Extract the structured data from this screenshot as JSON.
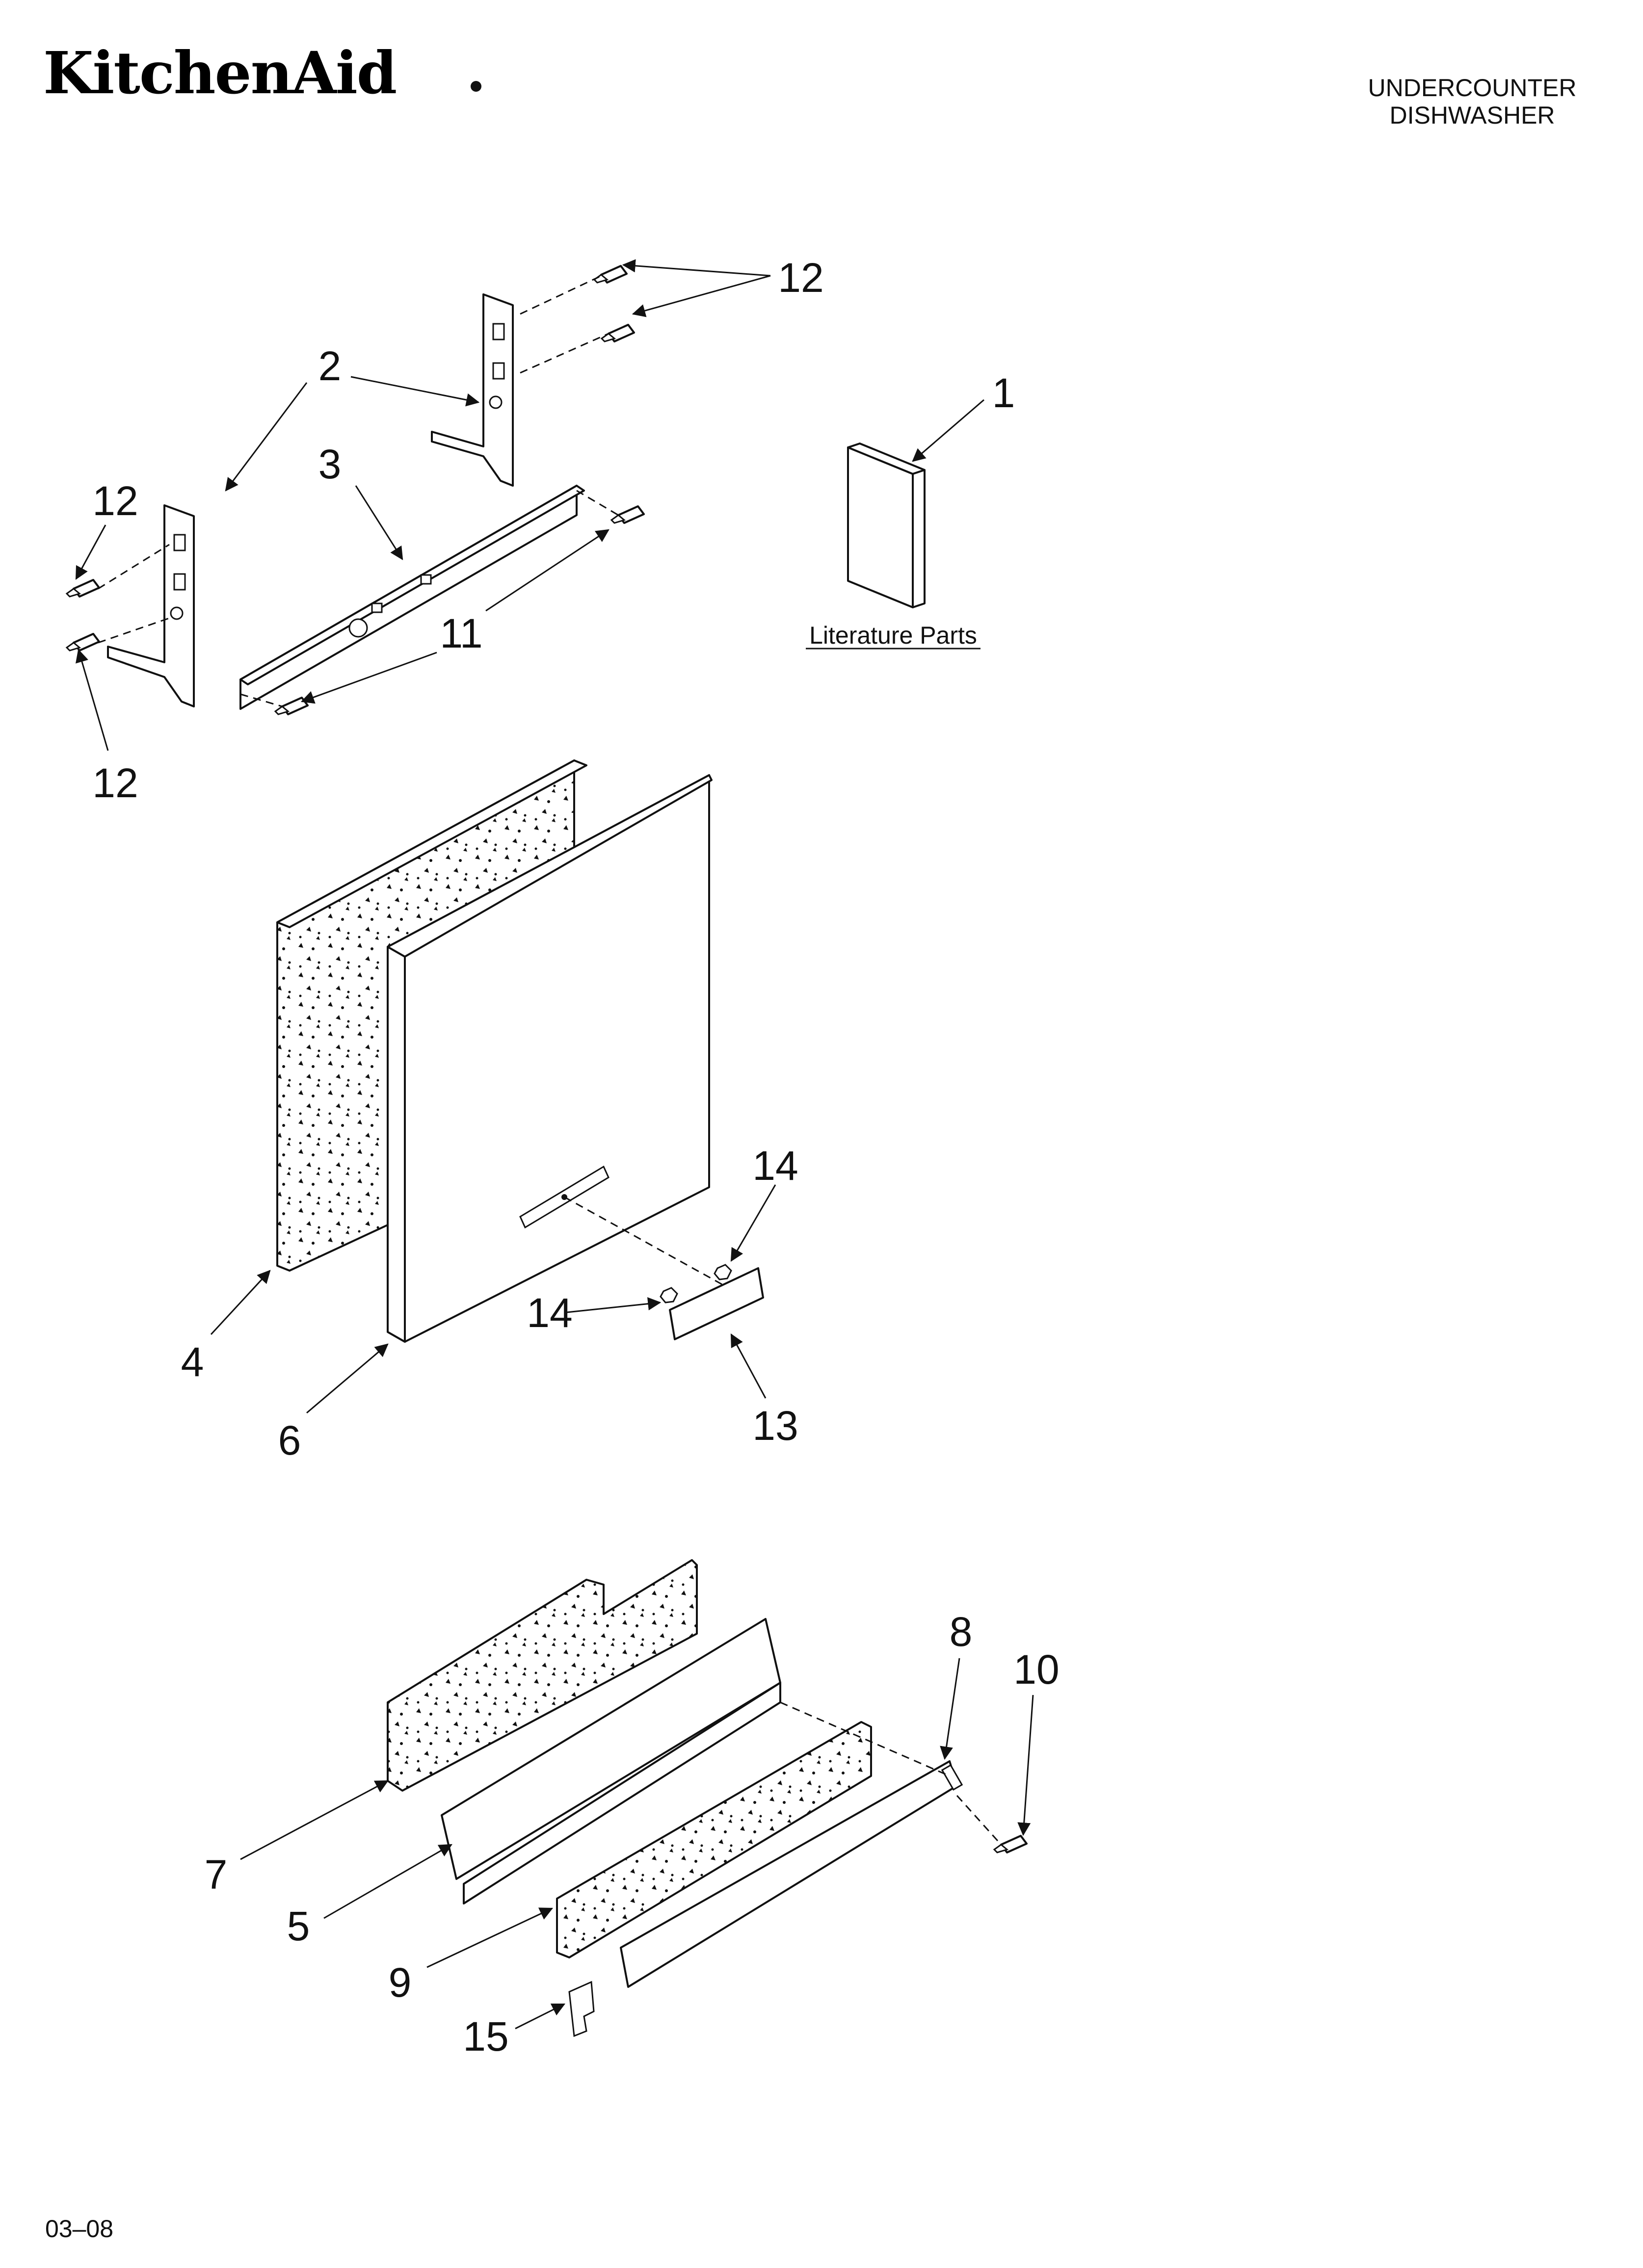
{
  "header": {
    "brand": "KitchenAid",
    "title_line1": "UNDERCOUNTER",
    "title_line2": "DISHWASHER"
  },
  "footer": {
    "date_code": "03–08"
  },
  "literature_caption": "Literature Parts",
  "callouts": {
    "c1": "1",
    "c2": "2",
    "c3": "3",
    "c4": "4",
    "c5": "5",
    "c6": "6",
    "c7": "7",
    "c8": "8",
    "c9": "9",
    "c10": "10",
    "c11": "11",
    "c12_top": "12",
    "c12_left_upper": "12",
    "c12_left_lower": "12",
    "c13": "13",
    "c14_upper": "14",
    "c14_lower": "14",
    "c15": "15"
  }
}
